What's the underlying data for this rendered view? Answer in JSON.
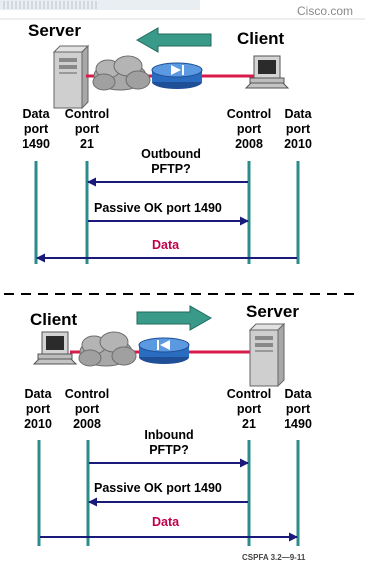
{
  "header": {
    "brand": "Cisco.com"
  },
  "top": {
    "left_title": "Server",
    "right_title": "Client",
    "ports": [
      {
        "line1": "Data",
        "line2": "port",
        "line3": "1490"
      },
      {
        "line1": "Control",
        "line2": "port",
        "line3": "21"
      },
      {
        "line1": "Control",
        "line2": "port",
        "line3": "2008"
      },
      {
        "line1": "Data",
        "line2": "port",
        "line3": "2010"
      }
    ],
    "msg1_line1": "Outbound",
    "msg1_line2": "PFTP?",
    "msg2": "Passive OK port 1490",
    "msg3": "Data"
  },
  "bottom": {
    "left_title": "Client",
    "right_title": "Server",
    "ports": [
      {
        "line1": "Data",
        "line2": "port",
        "line3": "2010"
      },
      {
        "line1": "Control",
        "line2": "port",
        "line3": "2008"
      },
      {
        "line1": "Control",
        "line2": "port",
        "line3": "21"
      },
      {
        "line1": "Data",
        "line2": "port",
        "line3": "1490"
      }
    ],
    "msg1_line1": "Inbound",
    "msg1_line2": "PFTP?",
    "msg2": "Passive OK port 1490",
    "msg3": "Data"
  },
  "footer": {
    "code": "CSPFA 3.2—9-11"
  },
  "colors": {
    "lifeline": "#2e8b8b",
    "arrow": "#1a1a7a",
    "data_text": "#c0004a",
    "link": "#d81b4a",
    "flow_arrow": "#3a9a8a",
    "pix_blue": "#2a6cc0",
    "cloud": "#a8a8a8"
  },
  "icons": {
    "server": "server-tower-icon",
    "client": "desktop-computer-icon",
    "cloud": "network-cloud-icon",
    "firewall": "pix-firewall-icon"
  }
}
